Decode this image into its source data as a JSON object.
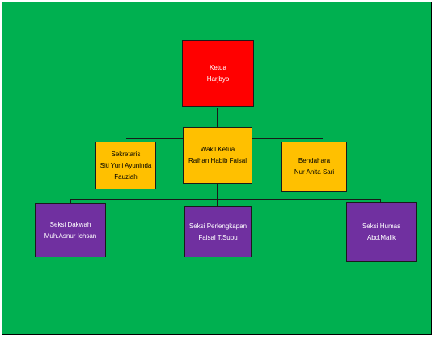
{
  "colors": {
    "background": "#00b050",
    "ketua": "#ff0000",
    "wakil": "#ffc000",
    "seksi": "#7030a0",
    "text_light": "#ffffff",
    "text_dark": "#000000"
  },
  "nodes": {
    "ketua": {
      "role": "Ketua",
      "name": "Harjbyo"
    },
    "wakil": {
      "role": "Wakil Ketua",
      "name": "Raihan Habib Faisal"
    },
    "sekretaris": {
      "role": "Sekretaris",
      "name_line1": "Siti Yuni Ayuninda",
      "name_line2": "Fauziah"
    },
    "bendahara": {
      "role": "Bendahara",
      "name": "Nur Anita Sari"
    },
    "dakwah": {
      "role": "Seksi Dakwah",
      "name": "Muh.Asnur Ichsan"
    },
    "perlengkapan": {
      "role": "Seksi Perlengkapan",
      "name": "Faisal T.Supu"
    },
    "humas": {
      "role": "Seksi Humas",
      "name": "Abd.Malik"
    }
  }
}
